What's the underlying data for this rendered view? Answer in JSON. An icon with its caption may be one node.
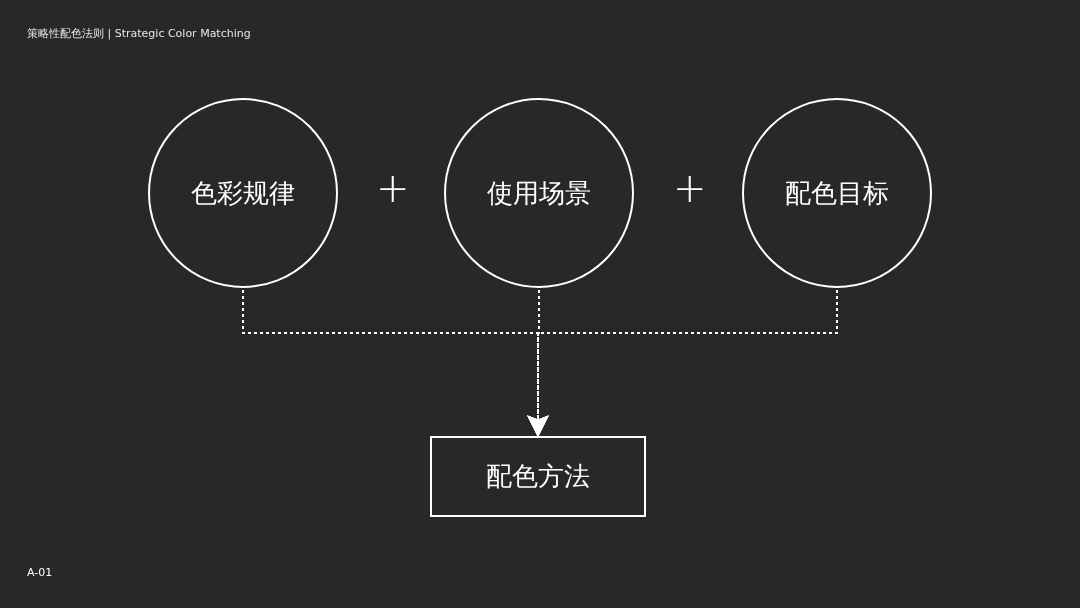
{
  "diagram": {
    "title": "策略性配色法则 | Strategic Color Matching",
    "nodes": [
      {
        "text": [
          "色彩规律"
        ]
      },
      {
        "text": [
          "使用场景"
        ]
      },
      {
        "text": [
          "配色目标"
        ]
      },
      {
        "text": [
          "配色方法"
        ]
      }
    ],
    "edges": [
      {
        "from": 0,
        "to": 3,
        "arrow": "to",
        "style": "dashed"
      },
      {
        "from": 1,
        "to": 3,
        "arrow": "to",
        "style": "dashed"
      },
      {
        "from": 2,
        "to": 3,
        "arrow": "to",
        "style": "dashed"
      }
    ],
    "labels": [
      "+",
      "+",
      "A-01"
    ]
  }
}
